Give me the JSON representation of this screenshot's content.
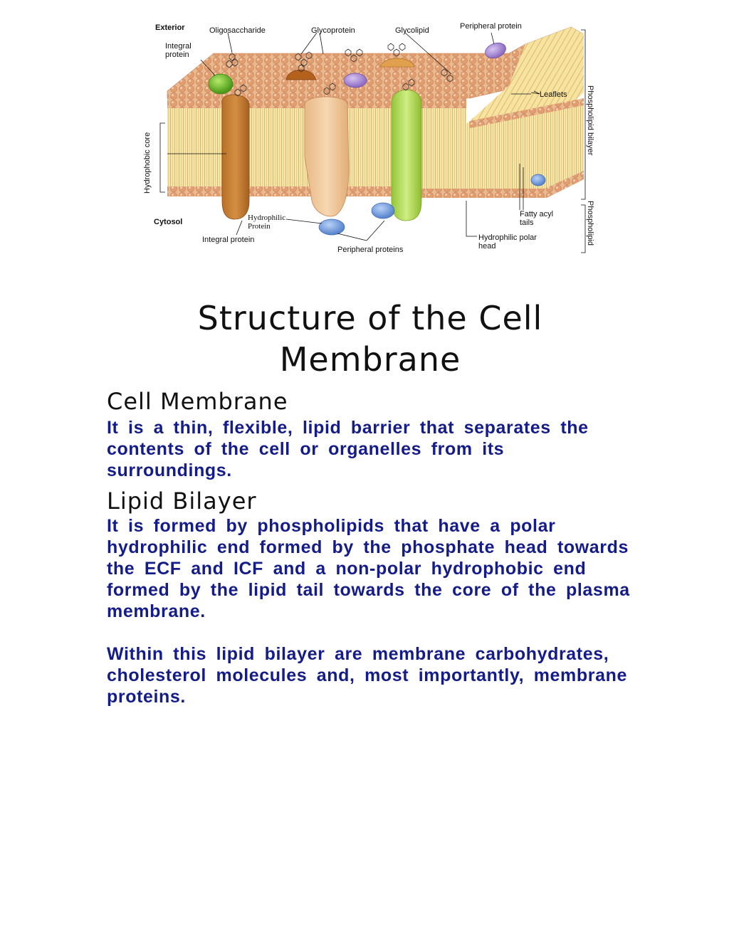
{
  "figure": {
    "labels": {
      "exterior": "Exterior",
      "oligosaccharide": "Oligosaccharide",
      "glycoprotein": "Glycoprotein",
      "glycolipid": "Glycolipid",
      "peripheral_protein_top": "Peripheral protein",
      "integral_protein_top_1": "Integral",
      "integral_protein_top_2": "protein",
      "leaflets": "Leaflets",
      "phospholipid_bilayer": "Phospholipid bilayer",
      "phospholipid": "Phospholipid",
      "hydrophobic_core": "Hydrophobic core",
      "cytosol": "Cytosol",
      "hydrophilic_protein_1": "Hydrophilic",
      "hydrophilic_protein_2": "Protein",
      "integral_protein_bottom": "Integral protein",
      "peripheral_proteins": "Peripheral proteins",
      "fatty_acyl_1": "Fatty acyl",
      "fatty_acyl_2": "tails",
      "hydrophilic_polar_1": "Hydrophilic polar",
      "hydrophilic_polar_2": "head"
    }
  },
  "page": {
    "title": "Structure of the Cell Membrane",
    "sections": [
      {
        "heading": "Cell Membrane",
        "paragraphs": [
          "It is a thin, flexible, lipid barrier that separates the contents of the cell or organelles from its surroundings."
        ]
      },
      {
        "heading": "Lipid Bilayer",
        "paragraphs": [
          "It is formed by phospholipids that have a polar hydrophilic end formed by the phosphate head towards the ECF and ICF and a non-polar hydrophobic end formed by the lipid tail towards the core of the plasma membrane.",
          "Within this lipid bilayer are membrane carbohydrates, cholesterol molecules and, most importantly, membrane proteins."
        ]
      }
    ]
  }
}
